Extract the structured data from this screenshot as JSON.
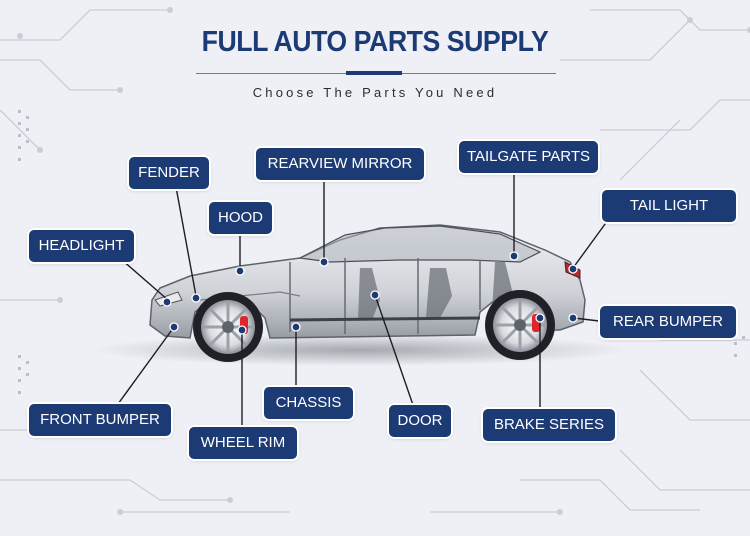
{
  "header": {
    "title": "FULL AUTO PARTS SUPPLY",
    "subtitle": "Choose The Parts You Need"
  },
  "colors": {
    "label_bg": "#1c3a74",
    "label_text": "#ffffff",
    "background": "#eef0f5",
    "brake_caliper": "#e0242b"
  },
  "parts": {
    "fender": "FENDER",
    "rearview_mirror": "REARVIEW MIRROR",
    "tailgate_parts": "TAILGATE PARTS",
    "hood": "HOOD",
    "tail_light": "TAIL LIGHT",
    "headlight": "HEADLIGHT",
    "rear_bumper": "REAR BUMPER",
    "chassis": "CHASSIS",
    "door": "DOOR",
    "front_bumper": "FRONT BUMPER",
    "brake_series": "BRAKE SERIES",
    "wheel_rim": "WHEEL RIM"
  }
}
